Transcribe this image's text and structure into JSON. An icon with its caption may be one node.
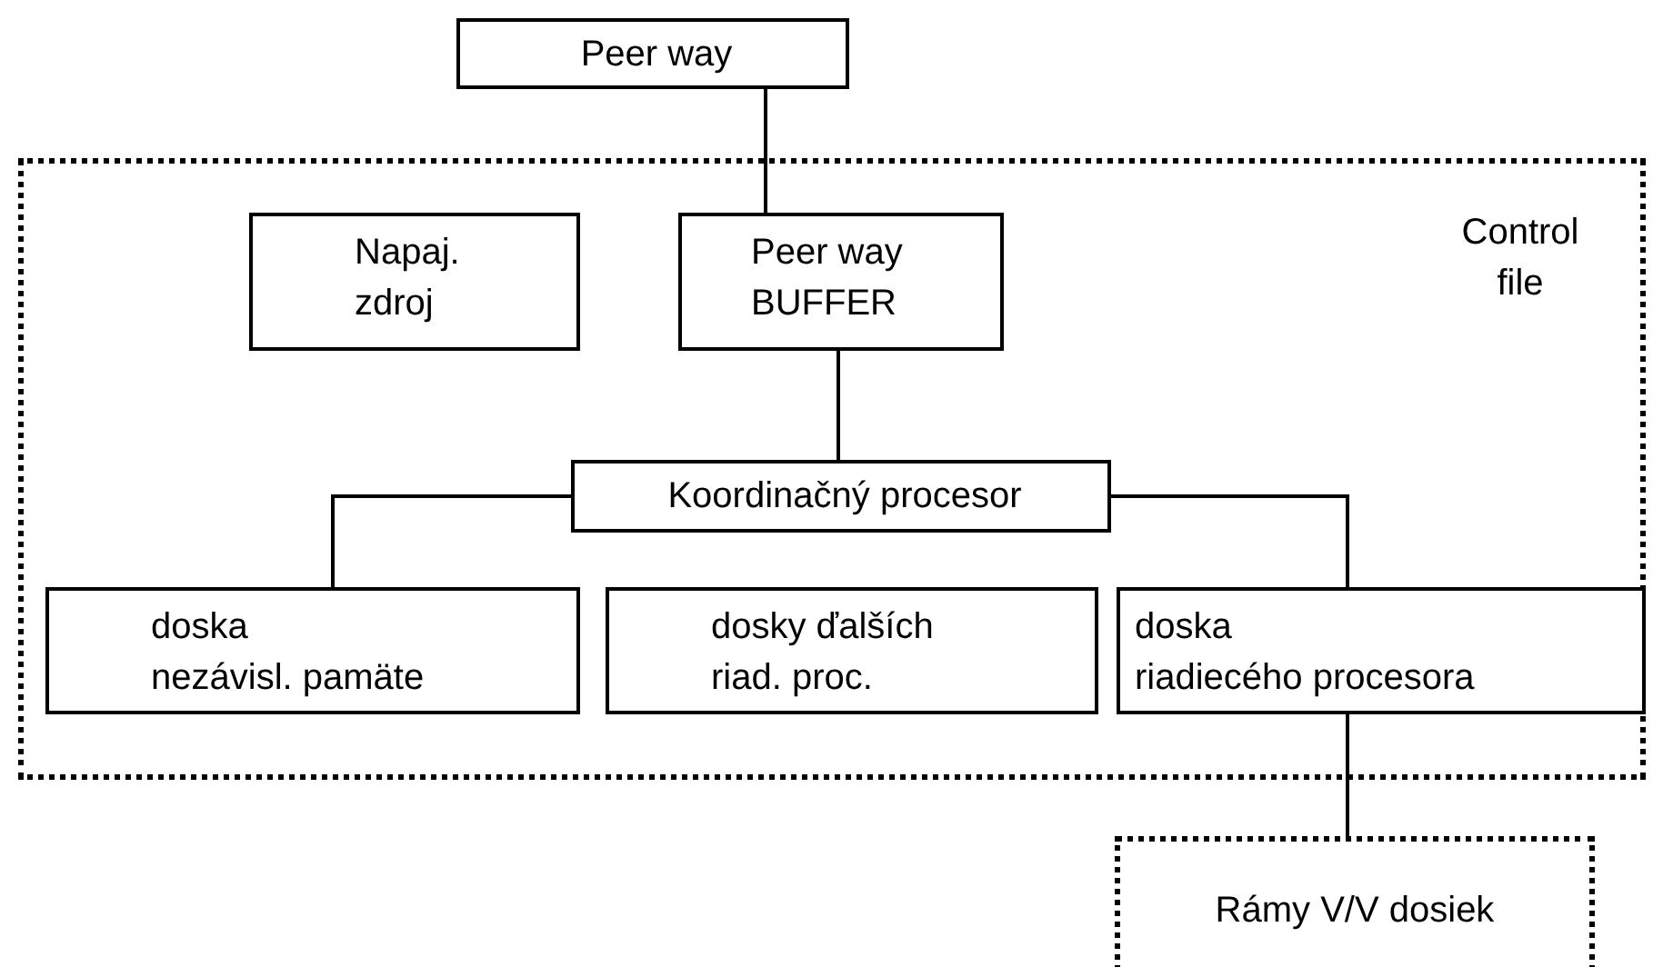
{
  "diagram": {
    "nodes": [
      {
        "text": [
          "Peer way"
        ]
      },
      {
        "text": [
          "Control file"
        ]
      },
      {
        "text": [
          "Napaj. zdroj"
        ],
        "in": 1
      },
      {
        "text": [
          "Peer way BUFFER"
        ],
        "in": 1
      },
      {
        "text": [
          "Koordinačný procesor"
        ],
        "in": 1
      },
      {
        "text": [
          "doska nezávisl. pamäte"
        ],
        "in": 1
      },
      {
        "text": [
          "dosky ďalších riad. proc."
        ],
        "in": 1
      },
      {
        "text": [
          "doska riadiecého procesora"
        ],
        "in": 1
      },
      {
        "text": [
          "Rámy V/V dosiek"
        ]
      }
    ],
    "edges": [
      {
        "from": 0,
        "to": 3,
        "arrow": "none"
      },
      {
        "from": 3,
        "to": 4,
        "arrow": "none"
      },
      {
        "from": 4,
        "to": 5,
        "arrow": "none"
      },
      {
        "from": 4,
        "to": 7,
        "arrow": "none"
      },
      {
        "from": 7,
        "to": 8,
        "arrow": "none"
      }
    ]
  }
}
